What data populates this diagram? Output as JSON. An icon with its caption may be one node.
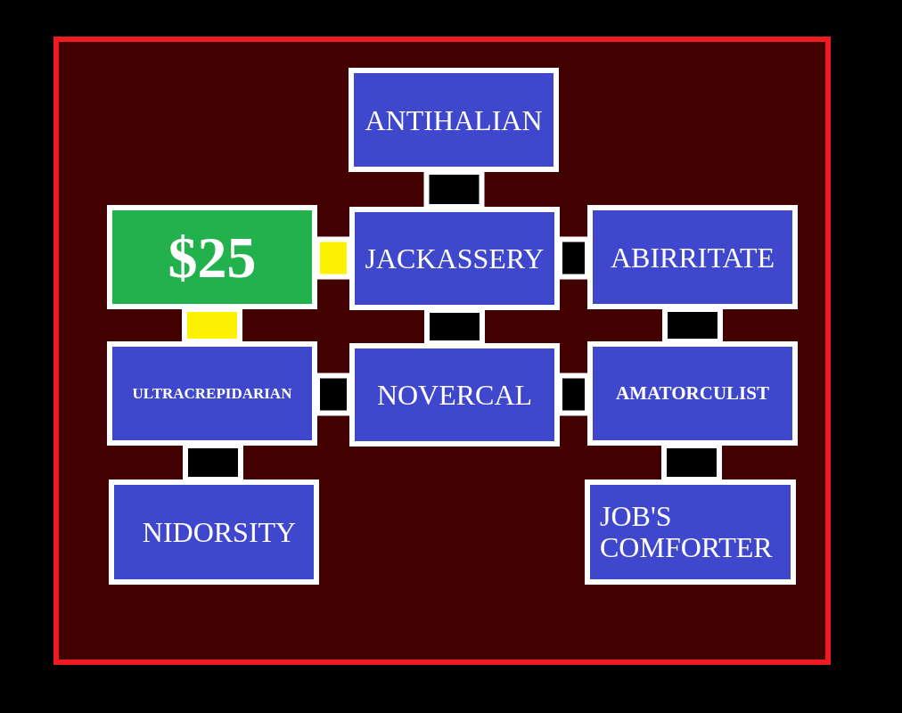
{
  "diagram": {
    "nodes": [
      {
        "text": [
          "ANTIHALIAN"
        ]
      },
      {
        "text": [
          "$25"
        ]
      },
      {
        "text": [
          "JACKASSERY"
        ]
      },
      {
        "text": [
          "ABIRRITATE"
        ]
      },
      {
        "text": [
          "ULTRACREPIDARIAN"
        ]
      },
      {
        "text": [
          "NOVERCAL"
        ]
      },
      {
        "text": [
          "AMATORCULIST"
        ]
      },
      {
        "text": [
          "NIDORSITY"
        ]
      },
      {
        "text": [
          "JOB'S COMFORTER"
        ]
      }
    ],
    "edges": [
      {
        "from": 0,
        "to": 2,
        "arrow": "none",
        "style": "thick"
      },
      {
        "from": 1,
        "to": 2,
        "arrow": "none",
        "style": "thick",
        "color": "#fff200"
      },
      {
        "from": 2,
        "to": 3,
        "arrow": "none",
        "style": "thick"
      },
      {
        "from": 1,
        "to": 4,
        "arrow": "none",
        "style": "thick",
        "color": "#fff200"
      },
      {
        "from": 2,
        "to": 5,
        "arrow": "none",
        "style": "thick"
      },
      {
        "from": 3,
        "to": 6,
        "arrow": "none",
        "style": "thick"
      },
      {
        "from": 4,
        "to": 5,
        "arrow": "none",
        "style": "thick"
      },
      {
        "from": 5,
        "to": 6,
        "arrow": "none",
        "style": "thick"
      },
      {
        "from": 4,
        "to": 7,
        "arrow": "none",
        "style": "thick"
      },
      {
        "from": 6,
        "to": 8,
        "arrow": "none",
        "style": "thick"
      }
    ]
  }
}
